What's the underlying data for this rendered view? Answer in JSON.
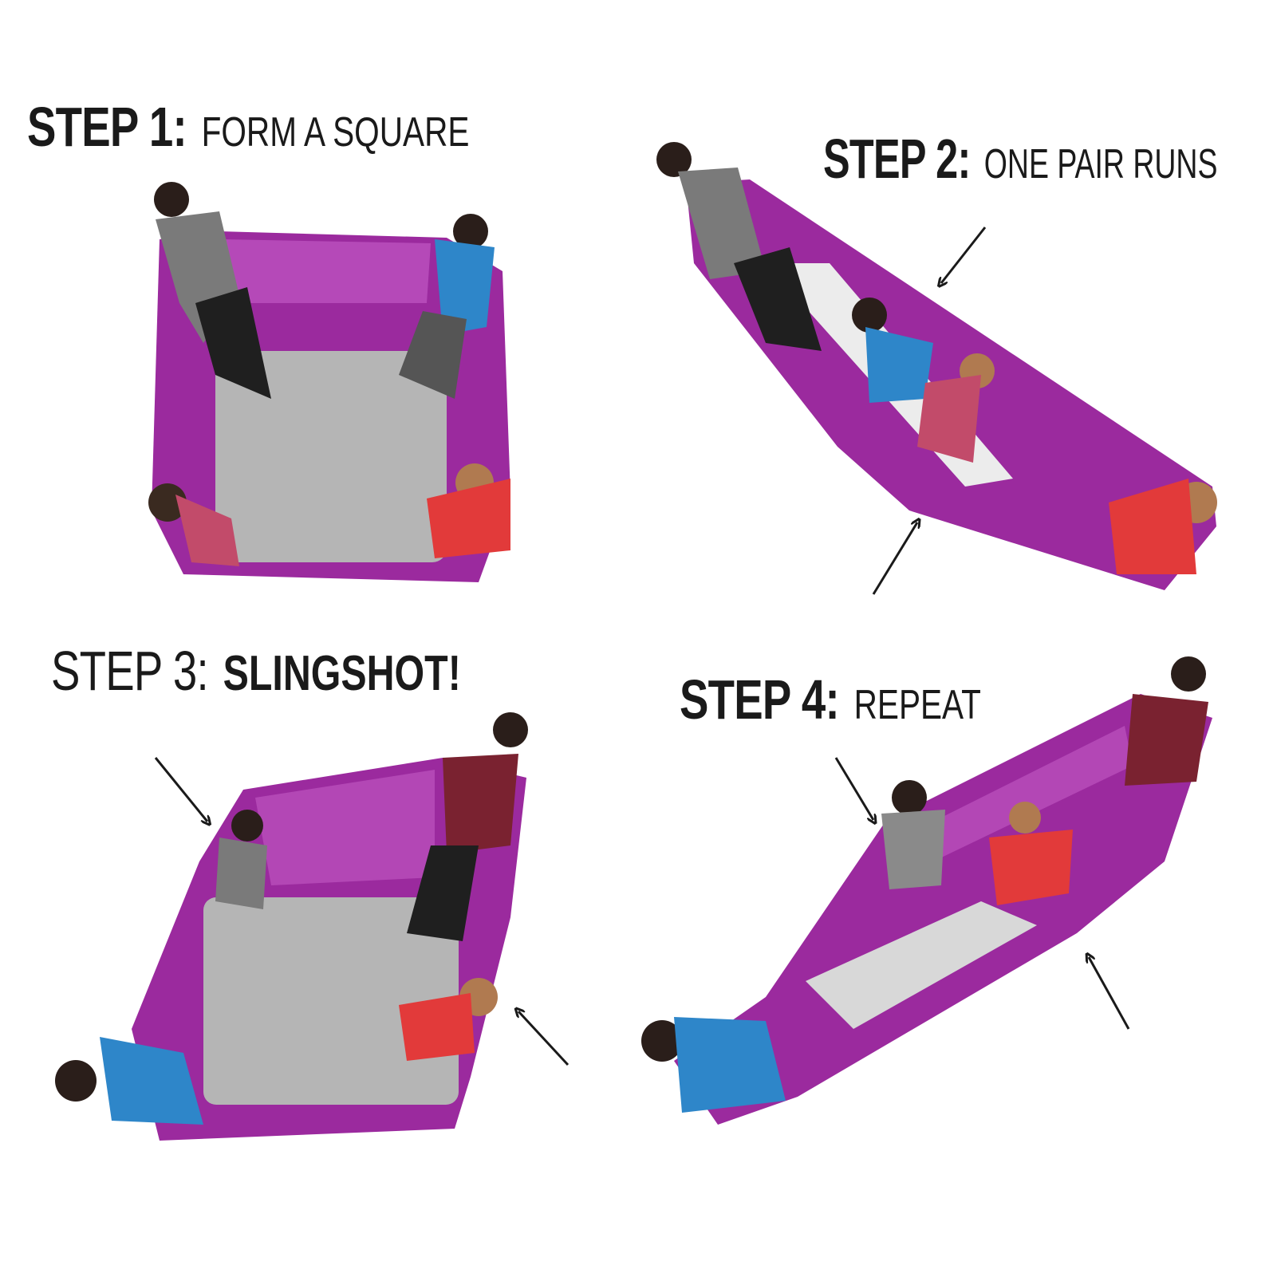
{
  "steps": [
    {
      "label": "STEP 1:",
      "text": "FORM A SQUARE"
    },
    {
      "label": "STEP 2:",
      "text": "ONE PAIR RUNS"
    },
    {
      "label": "STEP 3:",
      "text": "SLINGSHOT!"
    },
    {
      "label": "STEP 4:",
      "text": "REPEAT"
    }
  ],
  "colors": {
    "band": "#9b2a9e",
    "band_dark": "#6e1670",
    "band_light": "#c75fc9",
    "mat": "#b5b5b5",
    "shirt_gray": "#7a7a7a",
    "shirt_blue": "#2e86c9",
    "shirt_red": "#e23a3a",
    "shirt_maroon": "#7a2230",
    "shirt_pink": "#c24b6a"
  }
}
